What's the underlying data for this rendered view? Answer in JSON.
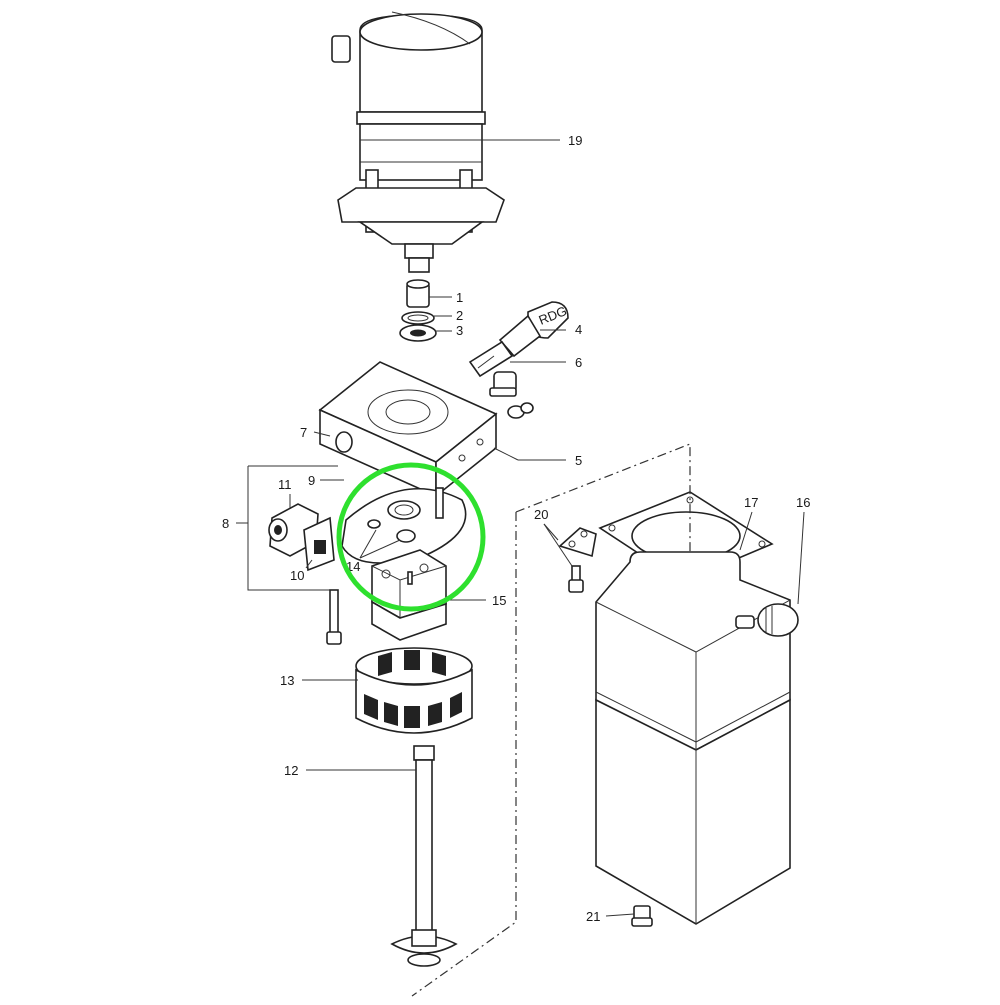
{
  "callouts": {
    "p1": "1",
    "p2": "2",
    "p3": "3",
    "p4": "4",
    "p5": "5",
    "p6": "6",
    "p7": "7",
    "p8": "8",
    "p9": "9",
    "p10": "10",
    "p11": "11",
    "p12": "12",
    "p13": "13",
    "p14": "14",
    "p15": "15",
    "p16": "16",
    "p17": "17",
    "p19": "19",
    "p20": "20",
    "p21": "21"
  },
  "valve_marking": "RDG",
  "highlight": {
    "color": "#2ee02e",
    "target_part": "14"
  }
}
